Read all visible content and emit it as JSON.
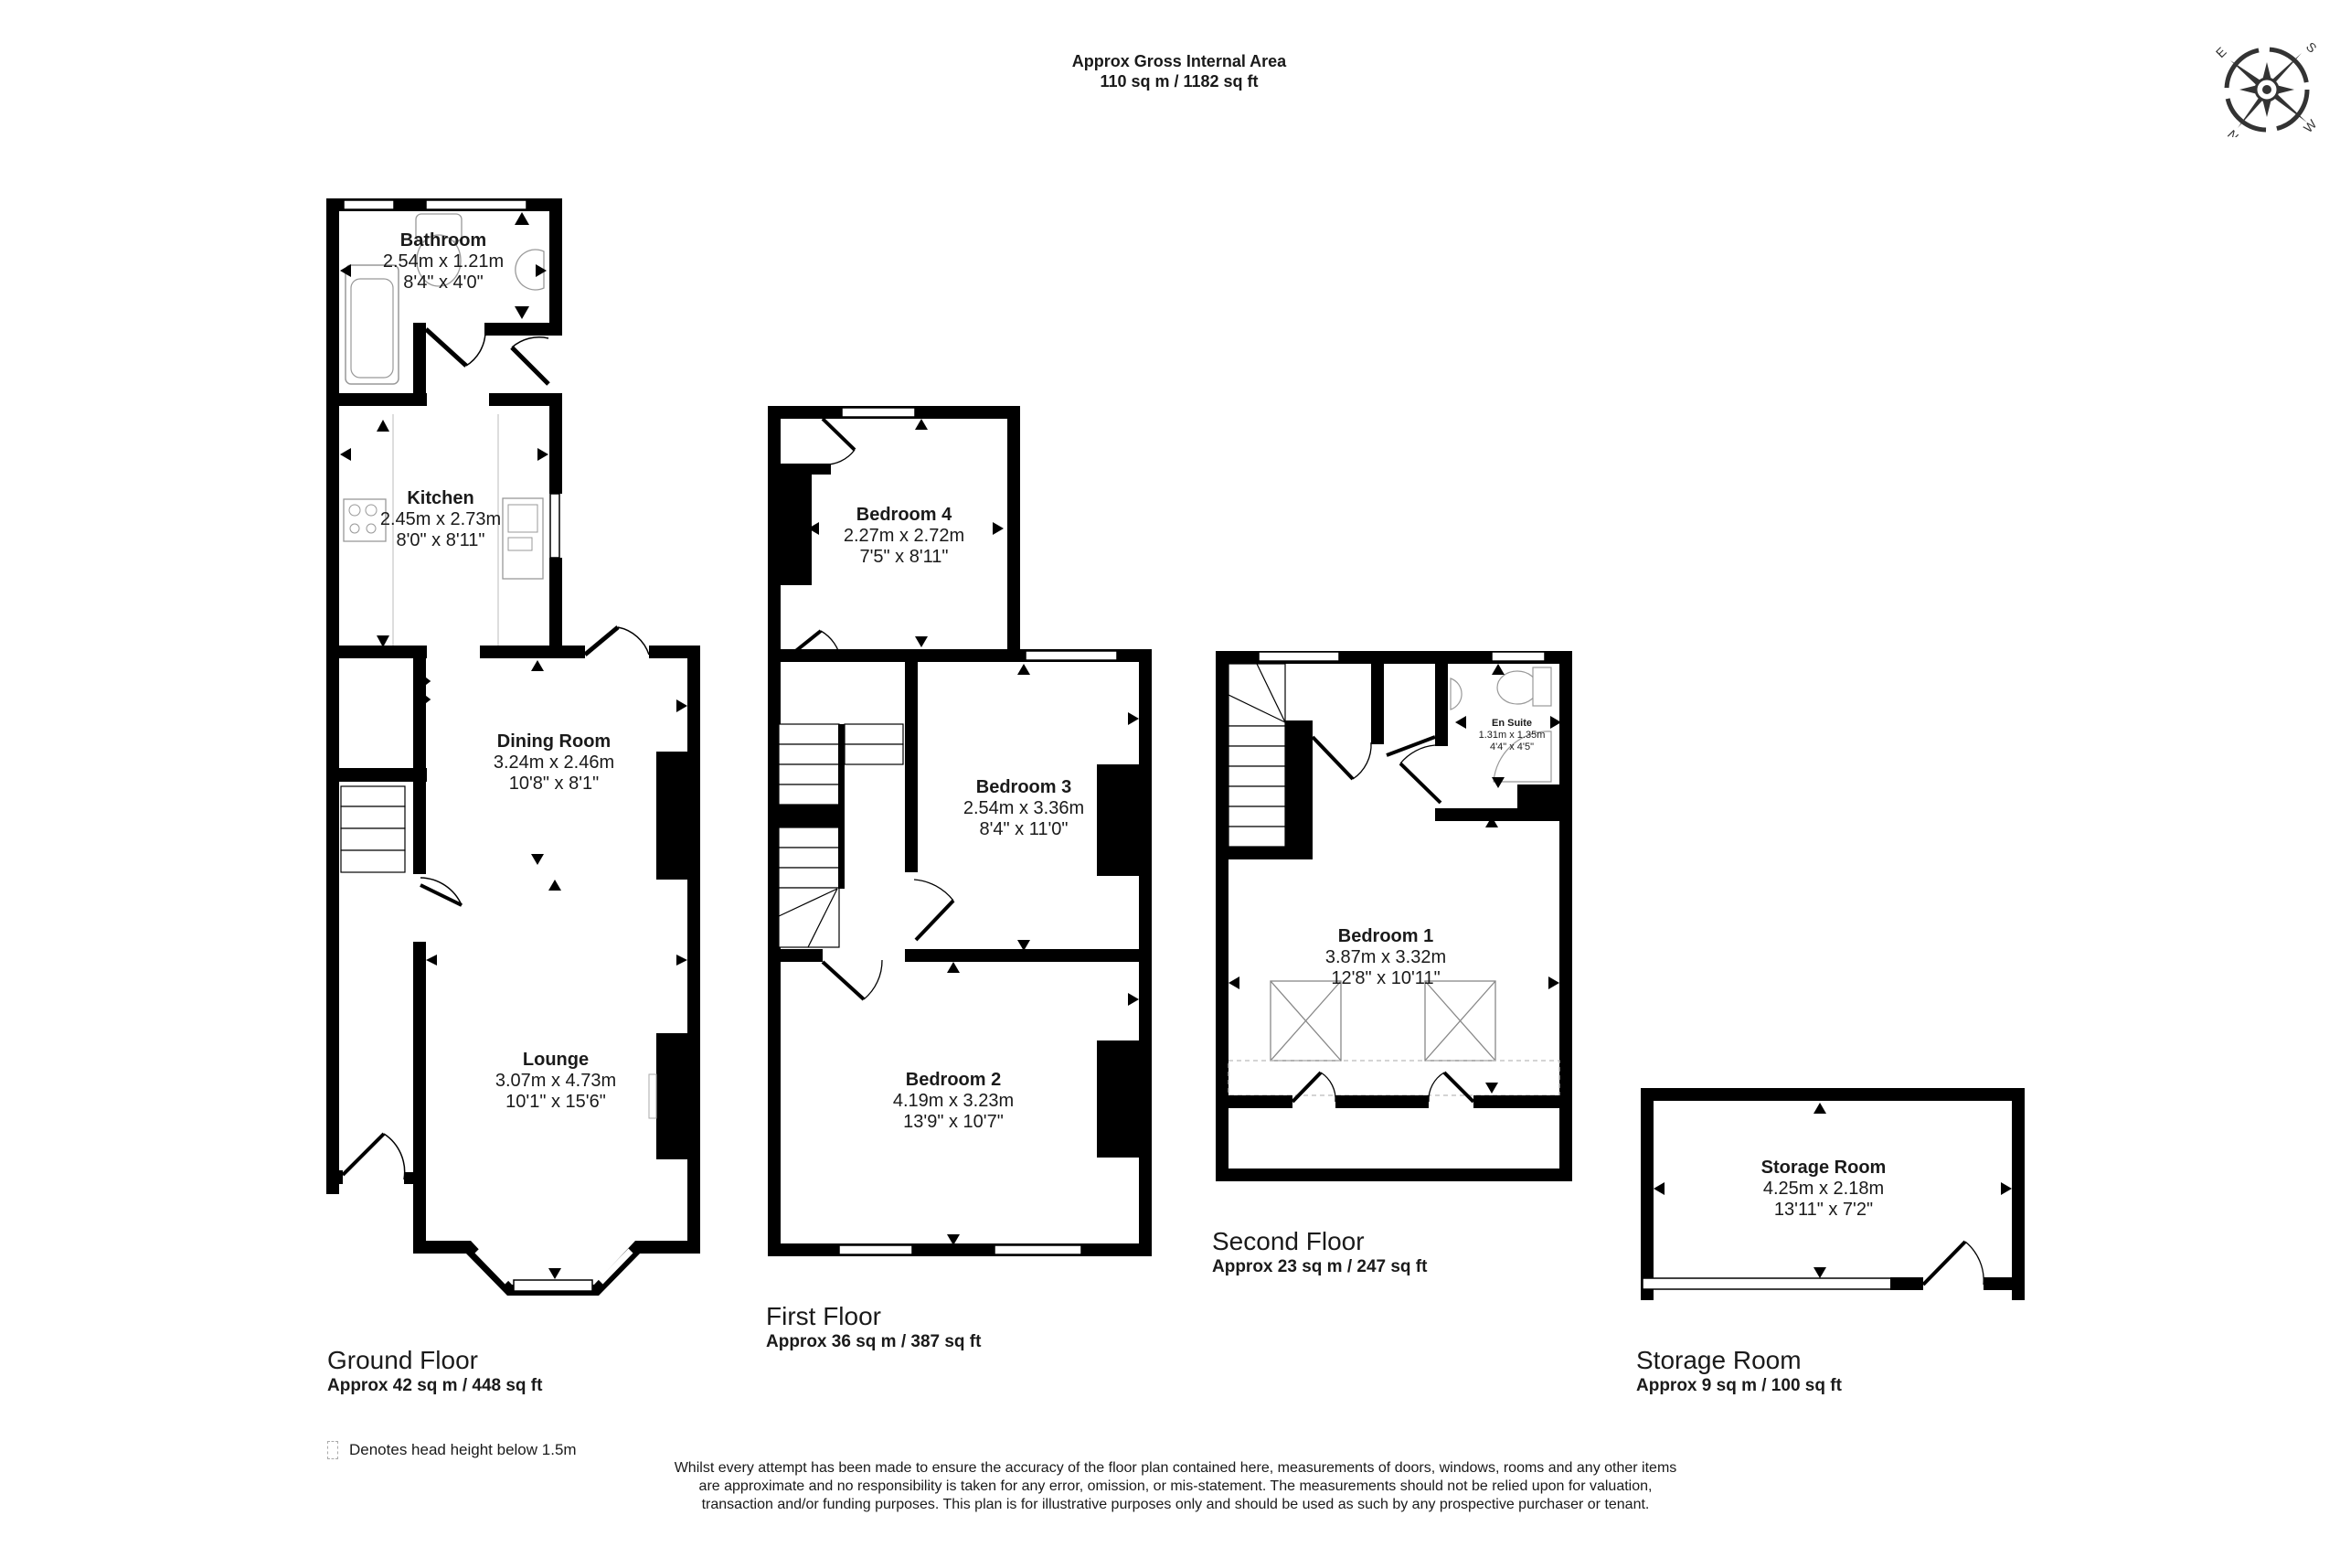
{
  "header": {
    "title": "Approx Gross Internal Area",
    "area": "110 sq m / 1182 sq ft"
  },
  "compass": {
    "icon": "compass-rose-icon",
    "labels": [
      "E",
      "S",
      "N",
      "W"
    ]
  },
  "floors": [
    {
      "title": "Ground Floor",
      "area": "Approx 42 sq m / 448 sq ft",
      "rooms": [
        {
          "name": "Bathroom",
          "metric": "2.54m x 1.21m",
          "imperial": "8'4\" x 4'0\""
        },
        {
          "name": "Kitchen",
          "metric": "2.45m x 2.73m",
          "imperial": "8'0\" x 8'11\""
        },
        {
          "name": "Dining Room",
          "metric": "3.24m x 2.46m",
          "imperial": "10'8\" x 8'1\""
        },
        {
          "name": "Lounge",
          "metric": "3.07m x 4.73m",
          "imperial": "10'1\" x 15'6\""
        }
      ]
    },
    {
      "title": "First Floor",
      "area": "Approx 36 sq m / 387 sq ft",
      "rooms": [
        {
          "name": "Bedroom 4",
          "metric": "2.27m x 2.72m",
          "imperial": "7'5\" x 8'11\""
        },
        {
          "name": "Bedroom 3",
          "metric": "2.54m x 3.36m",
          "imperial": "8'4\" x 11'0\""
        },
        {
          "name": "Bedroom 2",
          "metric": "4.19m x 3.23m",
          "imperial": "13'9\" x 10'7\""
        }
      ]
    },
    {
      "title": "Second Floor",
      "area": "Approx 23 sq m / 247 sq ft",
      "rooms": [
        {
          "name": "En Suite",
          "metric": "1.31m x 1.35m",
          "imperial": "4'4\" x 4'5\""
        },
        {
          "name": "Bedroom 1",
          "metric": "3.87m x 3.32m",
          "imperial": "12'8\" x 10'11\""
        }
      ]
    },
    {
      "title": "Storage Room",
      "area": "Approx 9 sq m / 100 sq ft",
      "rooms": [
        {
          "name": "Storage Room",
          "metric": "4.25m x 2.18m",
          "imperial": "13'11\" x 7'2\""
        }
      ]
    }
  ],
  "legend": {
    "icon": "dashed-box-icon",
    "text": "Denotes head height below 1.5m"
  },
  "disclaimer": "Whilst every attempt has been made to ensure the accuracy of the floor plan contained here, measurements of doors, windows, rooms and any other items are approximate and no responsibility is taken for any error, omission, or mis-statement. The measurements should not be relied upon for valuation, transaction and/or funding purposes. This plan is for illustrative purposes only and should be used as such by any prospective purchaser or tenant.",
  "colors": {
    "wall": "#000000",
    "fixture": "#999999",
    "text": "#1a1a1a",
    "background": "#ffffff"
  }
}
